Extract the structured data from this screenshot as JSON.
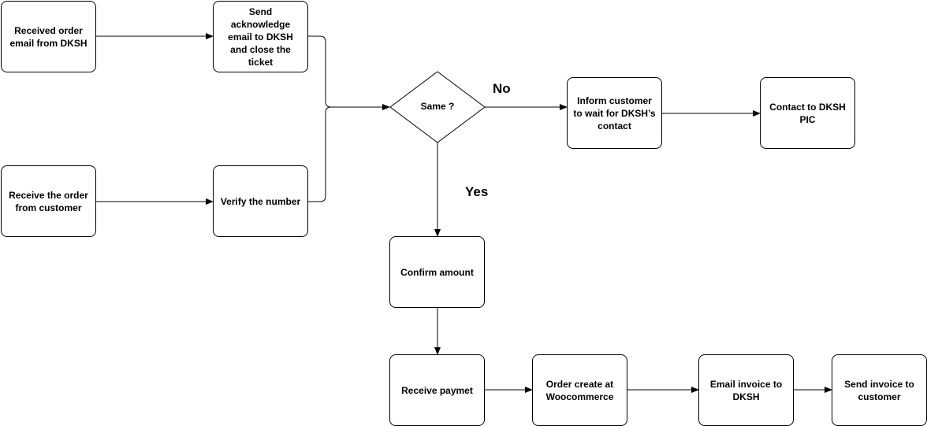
{
  "nodes": {
    "received_order_email": "Received order email from DKSH",
    "send_acknowledge": "Send acknowledge email to DKSH and close the ticket",
    "receive_order_customer": "Receive the order from customer",
    "verify_number": "Verify the number",
    "decision_same": "Same ?",
    "inform_customer": "Inform customer to wait for DKSH’s contact",
    "contact_dksh_pic": "Contact to DKSH PIC",
    "confirm_amount": "Confirm amount",
    "receive_payment": "Receive paymet",
    "order_create": "Order create at Woocommerce",
    "email_invoice": "Email invoice to DKSH",
    "send_invoice": "Send invoice to customer"
  },
  "edge_labels": {
    "no": "No",
    "yes": "Yes"
  },
  "colors": {
    "stroke": "#000000",
    "fill": "#ffffff"
  }
}
